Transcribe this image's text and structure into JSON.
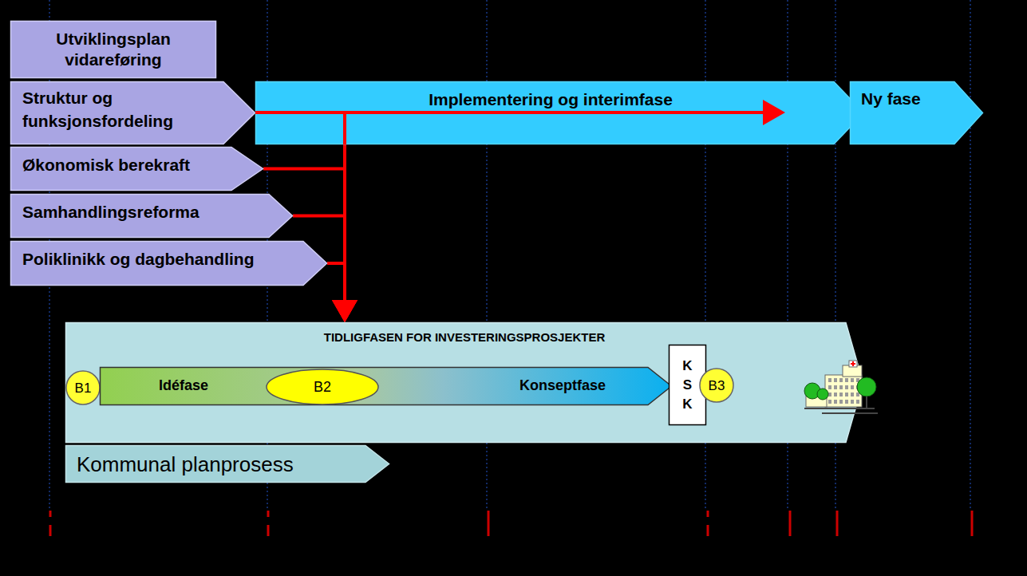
{
  "diagram": {
    "nodes": [
      {
        "text": [
          "Utviklingsplan vidareføring"
        ]
      },
      {
        "text": [
          "Struktur og funksjonsfordeling"
        ]
      },
      {
        "text": [
          "Implementering og interimfase"
        ]
      },
      {
        "text": [
          "Ny fase"
        ]
      },
      {
        "text": [
          "Økonomisk berekraft"
        ]
      },
      {
        "text": [
          "Samhandlingsreforma"
        ]
      },
      {
        "text": [
          "Poliklinikk og dagbehandling"
        ]
      },
      {
        "text": [
          "TIDLIGFASEN FOR INVESTERINGSPROSJEKTER"
        ]
      },
      {
        "text": [
          "B1"
        ],
        "in": 7
      },
      {
        "text": [
          "Idéfase",
          "Konseptfase"
        ],
        "in": 7
      },
      {
        "text": [
          "B2"
        ],
        "in": 9
      },
      {
        "text": [
          "K S K"
        ],
        "in": 7
      },
      {
        "text": [
          "B3"
        ],
        "in": 7
      },
      {
        "text": [
          "Kommunal planprosess"
        ]
      }
    ],
    "edges": [
      {
        "from": 1,
        "to": 7,
        "arrow": "to"
      },
      {
        "from": 4,
        "to": 7,
        "arrow": "to"
      },
      {
        "from": 5,
        "to": 7,
        "arrow": "to"
      },
      {
        "from": 6,
        "to": 7,
        "arrow": "to"
      }
    ]
  }
}
